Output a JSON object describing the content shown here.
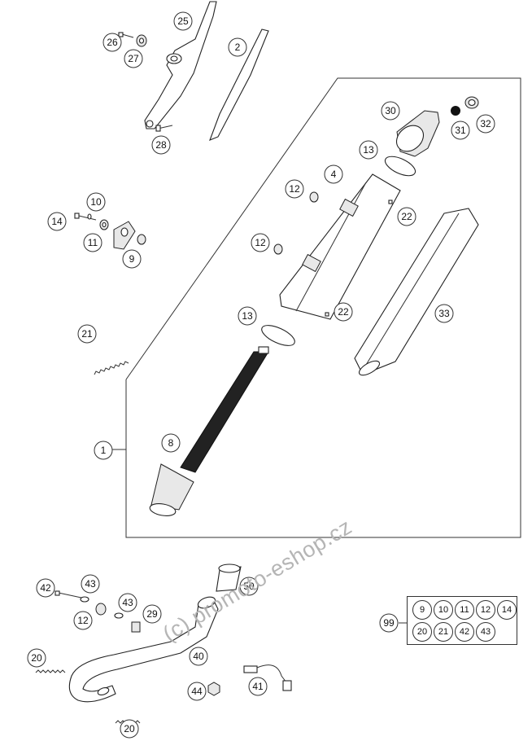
{
  "callouts": [
    {
      "id": "c25",
      "label": "25"
    },
    {
      "id": "c26",
      "label": "26"
    },
    {
      "id": "c27",
      "label": "27"
    },
    {
      "id": "c2",
      "label": "2"
    },
    {
      "id": "c28",
      "label": "28"
    },
    {
      "id": "c30",
      "label": "30"
    },
    {
      "id": "c31",
      "label": "31"
    },
    {
      "id": "c32",
      "label": "32"
    },
    {
      "id": "c13a",
      "label": "13"
    },
    {
      "id": "c4",
      "label": "4"
    },
    {
      "id": "c12a",
      "label": "12"
    },
    {
      "id": "c22a",
      "label": "22"
    },
    {
      "id": "c10",
      "label": "10"
    },
    {
      "id": "c14",
      "label": "14"
    },
    {
      "id": "c11",
      "label": "11"
    },
    {
      "id": "c9",
      "label": "9"
    },
    {
      "id": "c12b",
      "label": "12"
    },
    {
      "id": "c13b",
      "label": "13"
    },
    {
      "id": "c22b",
      "label": "22"
    },
    {
      "id": "c33",
      "label": "33"
    },
    {
      "id": "c21",
      "label": "21"
    },
    {
      "id": "c1",
      "label": "1"
    },
    {
      "id": "c8",
      "label": "8"
    },
    {
      "id": "c50",
      "label": "50"
    },
    {
      "id": "c42",
      "label": "42"
    },
    {
      "id": "c43a",
      "label": "43"
    },
    {
      "id": "c43b",
      "label": "43"
    },
    {
      "id": "c29",
      "label": "29"
    },
    {
      "id": "c12c",
      "label": "12"
    },
    {
      "id": "c40",
      "label": "40"
    },
    {
      "id": "c20a",
      "label": "20"
    },
    {
      "id": "c44",
      "label": "44"
    },
    {
      "id": "c41",
      "label": "41"
    },
    {
      "id": "c20b",
      "label": "20"
    },
    {
      "id": "c99",
      "label": "99"
    }
  ],
  "kit_table": {
    "label": "99",
    "row1": [
      "9",
      "10",
      "11",
      "12",
      "14"
    ],
    "row2": [
      "20",
      "21",
      "42",
      "43"
    ]
  },
  "watermark": "(c) promoto-eshop.cz"
}
